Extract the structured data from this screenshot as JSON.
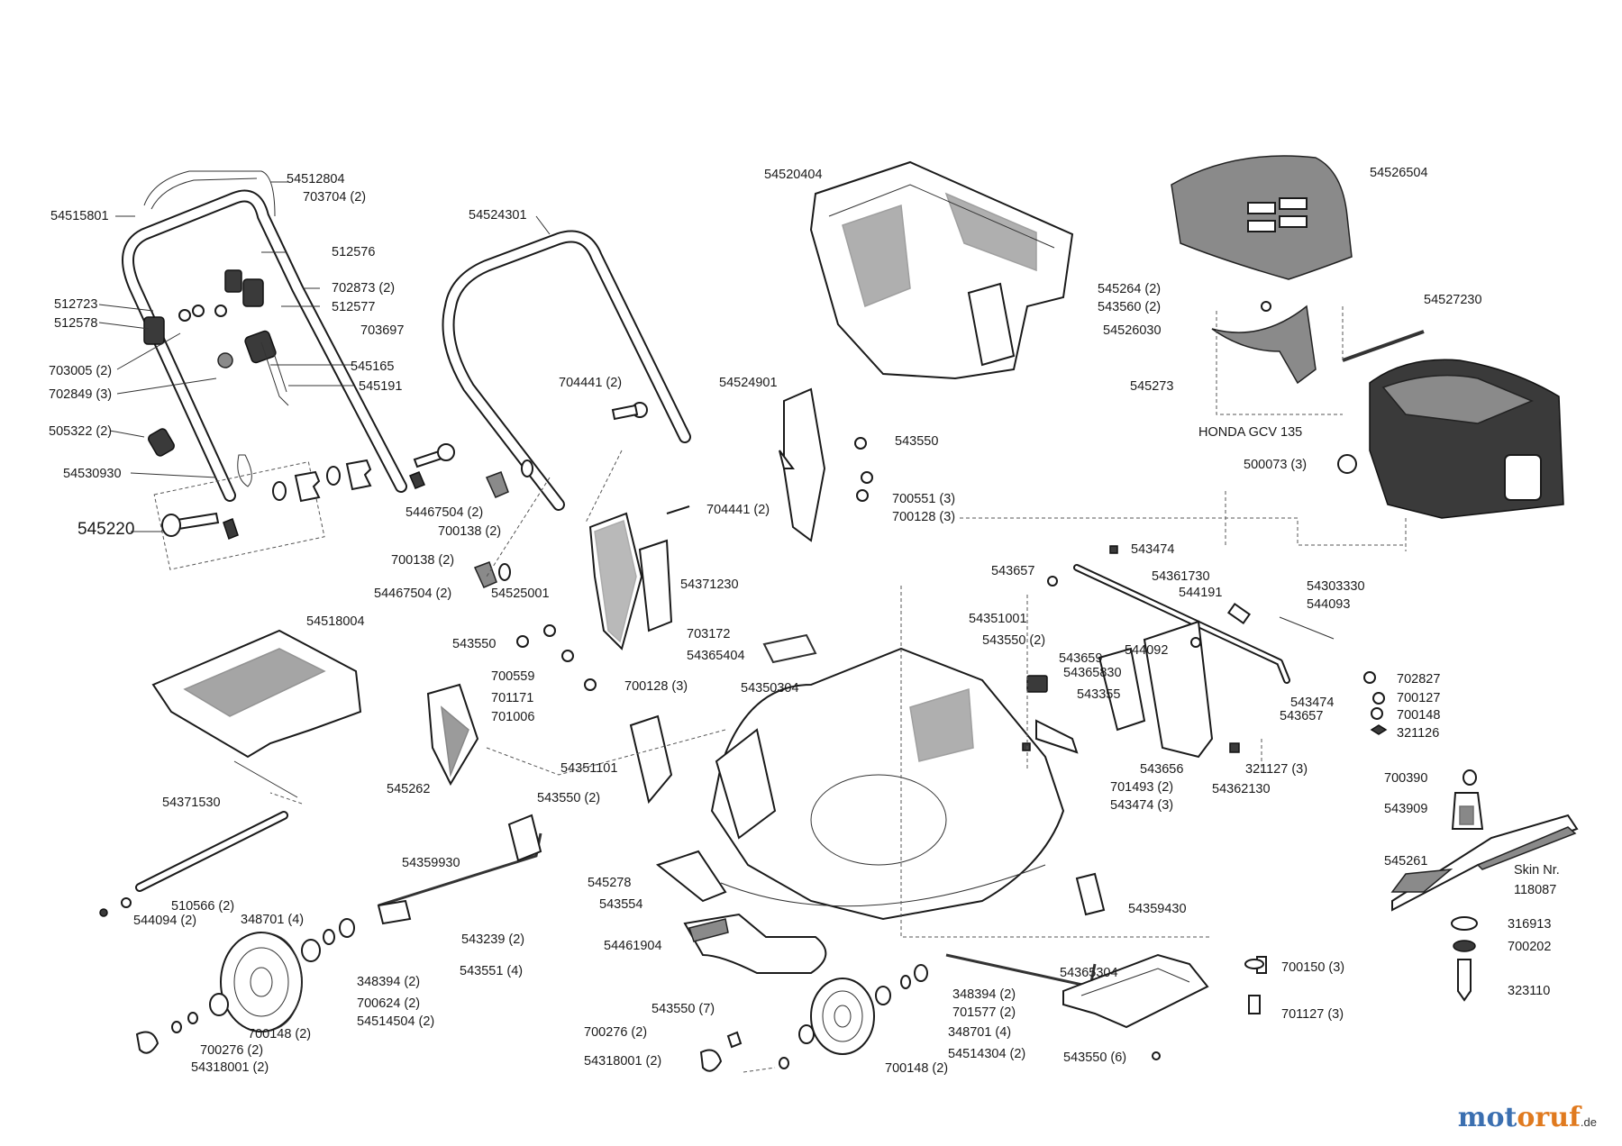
{
  "labels": {
    "l_54512804": "54512804",
    "l_703704": "703704 (2)",
    "l_54515801": "54515801",
    "l_512576": "512576",
    "l_702873": "702873 (2)",
    "l_512723": "512723",
    "l_512577": "512577",
    "l_512578": "512578",
    "l_703697": "703697",
    "l_703005": "703005 (2)",
    "l_545165": "545165",
    "l_702849": "702849 (3)",
    "l_545191": "545191",
    "l_505322": "505322 (2)",
    "l_54530930": "54530930",
    "l_545220": "545220",
    "l_54524301": "54524301",
    "l_704441a": "704441 (2)",
    "l_54467504a": "54467504 (2)",
    "l_700138a": "700138 (2)",
    "l_704441b": "704441 (2)",
    "l_700138b": "700138 (2)",
    "l_54467504b": "54467504 (2)",
    "l_54525001": "54525001",
    "l_54371230": "54371230",
    "l_543550a": "543550",
    "l_703172": "703172",
    "l_54365404": "54365404",
    "l_700559": "700559",
    "l_701171": "701171",
    "l_700128a": "700128 (3)",
    "l_701006": "701006",
    "l_54520404": "54520404",
    "l_54524901": "54524901",
    "l_543550b": "543550",
    "l_700551": "700551 (3)",
    "l_700128b": "700128 (3)",
    "l_54526504": "54526504",
    "l_545264": "545264 (2)",
    "l_543560": "543560 (2)",
    "l_54526030": "54526030",
    "l_54527230": "54527230",
    "l_545273": "545273",
    "l_honda": "HONDA GCV 135",
    "l_500073": "500073 (3)",
    "l_54518004": "54518004",
    "l_543474a": "543474",
    "l_543657a": "543657",
    "l_54361730": "54361730",
    "l_544191": "544191",
    "l_54303330": "54303330",
    "l_544093": "544093",
    "l_54351001": "54351001",
    "l_543550c": "543550 (2)",
    "l_543659": "543659",
    "l_54365830": "54365830",
    "l_544092": "544092",
    "l_702827": "702827",
    "l_700127": "700127",
    "l_543355": "543355",
    "l_543474b": "543474",
    "l_543657b": "543657",
    "l_700148a": "700148",
    "l_321126": "321126",
    "l_54350304": "54350304",
    "l_545262": "545262",
    "l_54351101": "54351101",
    "l_543656": "543656",
    "l_321127": "321127 (3)",
    "l_701493": "701493 (2)",
    "l_54362130": "54362130",
    "l_543474c": "543474 (3)",
    "l_700390": "700390",
    "l_543909": "543909",
    "l_54371530": "54371530",
    "l_543550d": "543550 (2)",
    "l_545261": "545261",
    "l_skin": "Skin Nr.",
    "l_118087": "118087",
    "l_54359930": "54359930",
    "l_545278": "545278",
    "l_543554": "543554",
    "l_54359430": "54359430",
    "l_510566": "510566 (2)",
    "l_348701a": "348701 (4)",
    "l_544094": "544094 (2)",
    "l_543239": "543239 (2)",
    "l_316913": "316913",
    "l_54461904": "54461904",
    "l_543551": "543551 (4)",
    "l_700202": "700202",
    "l_348394a": "348394 (2)",
    "l_54365304": "54365304",
    "l_700150": "700150 (3)",
    "l_700624": "700624 (2)",
    "l_348394b": "348394 (2)",
    "l_323110": "323110",
    "l_700148b": "700148 (2)",
    "l_54514504": "54514504 (2)",
    "l_543550e": "543550 (7)",
    "l_701577": "701577 (2)",
    "l_701127": "701127 (3)",
    "l_700276a": "700276 (2)",
    "l_700276b": "700276 (2)",
    "l_348701b": "348701 (4)",
    "l_54318001a": "54318001 (2)",
    "l_54514304": "54514304 (2)",
    "l_543550f": "543550 (6)",
    "l_54318001b": "54318001 (2)",
    "l_700148c": "700148 (2)"
  },
  "logo": {
    "part1": "mot",
    "part2": "oruf",
    "tld": ".de"
  },
  "colors": {
    "logo_blue": "#3b6fb0",
    "logo_orange": "#e07a1f",
    "line": "#1a1a1a"
  }
}
